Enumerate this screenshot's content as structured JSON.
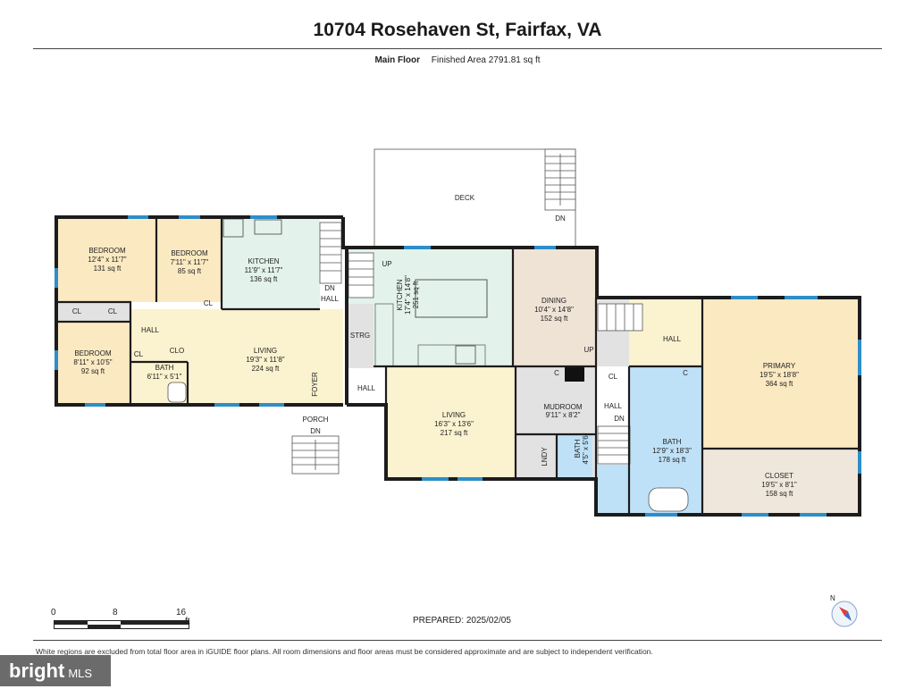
{
  "header": {
    "title": "10704 Rosehaven St, Fairfax, VA",
    "floor": "Main Floor",
    "finished_area": "Finished Area 2791.81 sq ft"
  },
  "rooms": {
    "bedroom1": {
      "name": "BEDROOM",
      "dims": "12'4\" x 11'7\"",
      "area": "131 sq ft"
    },
    "bedroom2": {
      "name": "BEDROOM",
      "dims": "7'11\" x 11'7\"",
      "area": "85 sq ft"
    },
    "kitchen1": {
      "name": "KITCHEN",
      "dims": "11'9\" x 11'7\"",
      "area": "136 sq ft"
    },
    "bedroom3": {
      "name": "BEDROOM",
      "dims": "8'11\" x 10'5\"",
      "area": "92 sq ft"
    },
    "bath1": {
      "name": "BATH",
      "dims": "6'11\" x 5'1\""
    },
    "living1": {
      "name": "LIVING",
      "dims": "19'3\" x 11'8\"",
      "area": "224 sq ft"
    },
    "kitchen2": {
      "name": "KITCHEN",
      "dims": "17'4\" x 14'8\"",
      "area": "251 sq ft"
    },
    "dining": {
      "name": "DINING",
      "dims": "10'4\" x 14'8\"",
      "area": "152 sq ft"
    },
    "living2": {
      "name": "LIVING",
      "dims": "16'3\" x 13'6\"",
      "area": "217 sq ft"
    },
    "mudroom": {
      "name": "MUDROOM",
      "dims": "9'11\" x 8'2\""
    },
    "bath2": {
      "name": "BATH",
      "dims": "4'5\" x 5'6\""
    },
    "bath3": {
      "name": "BATH",
      "dims": "12'9\" x 18'3\"",
      "area": "178 sq ft"
    },
    "primary": {
      "name": "PRIMARY",
      "dims": "19'5\" x 18'8\"",
      "area": "364 sq ft"
    },
    "closet": {
      "name": "CLOSET",
      "dims": "19'5\" x 8'1\"",
      "area": "158 sq ft"
    }
  },
  "labels": {
    "deck": "DECK",
    "dn": "DN",
    "up": "UP",
    "hall": "HALL",
    "cl": "CL",
    "clo": "CLO",
    "c": "C",
    "strg": "STRG",
    "foyer": "FOYER",
    "porch": "PORCH",
    "lndy": "LNDY"
  },
  "scale": {
    "t0": "0",
    "t1": "8",
    "t2": "16",
    "unit": "ft"
  },
  "compass": {
    "label": "N"
  },
  "prepared": "PREPARED: 2025/02/05",
  "disclaimer": "White regions are excluded from total floor area in iGUIDE floor plans. All room dimensions and floor areas must be considered approximate and are subject to independent verification.",
  "logo": {
    "brand": "bright",
    "suffix": "MLS"
  },
  "colors": {
    "bedroom": "#fbe9c2",
    "kitchen": "#e3f2ea",
    "living": "#fbf2cf",
    "dining": "#efe3d6",
    "bath": "#bfe1f7",
    "closet": "#efe7dc",
    "utility": "#e2e2e2",
    "wall": "#1c1c1c",
    "window": "#2e8ec9"
  }
}
